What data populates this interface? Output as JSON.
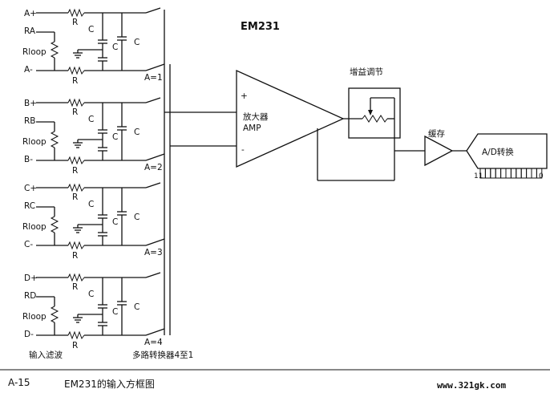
{
  "title": "EM231",
  "channels": [
    {
      "plus": "A+",
      "r": "RA",
      "loop": "Rloop",
      "minus": "A-",
      "switch": "A=1"
    },
    {
      "plus": "B+",
      "r": "RB",
      "loop": "Rloop",
      "minus": "B-",
      "switch": "A=2"
    },
    {
      "plus": "C+",
      "r": "RC",
      "loop": "Rloop",
      "minus": "C-",
      "switch": "A=3"
    },
    {
      "plus": "D+",
      "r": "RD",
      "loop": "Rloop",
      "minus": "D-",
      "switch": "A=4"
    }
  ],
  "resistor_label": "R",
  "cap_label": "C",
  "amp": {
    "line1": "放大器",
    "line2": "AMP",
    "plus": "+",
    "minus": "-"
  },
  "gain_label": "增益调节",
  "buffer_label": "缓存",
  "adc": {
    "label": "A/D转换",
    "msb": "11",
    "lsb": "0"
  },
  "input_filter_label": "输入滤波",
  "mux_label": "多路转换器4至1",
  "footer": {
    "fig_num": "A-15",
    "caption": "EM231的输入方框图",
    "url": "www.321gk.com"
  }
}
